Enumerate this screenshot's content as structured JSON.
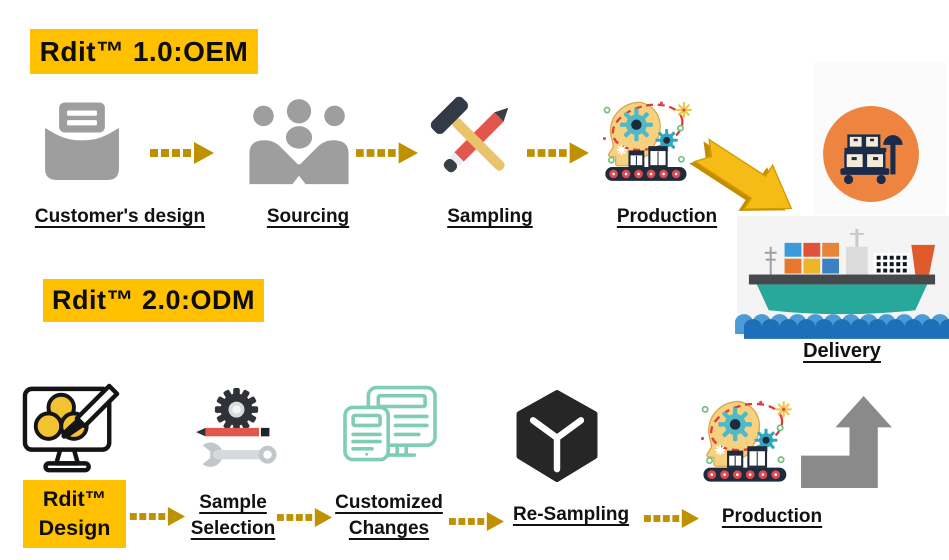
{
  "diagram_title": "Rdit OEM vs ODM process flow",
  "colors": {
    "highlight_yellow": "#FFC000",
    "dashed_arrow_gold": "#BF9000",
    "big_arrow_yellow": "#F5BB17",
    "icon_gray": "#9E9E9E",
    "delivery_orange": "#ED8540",
    "ship_hull_teal": "#28A89B",
    "docs_teal": "#7FCDB5",
    "cube_black": "#262626",
    "elbow_arrow_gray": "#8A8A8A"
  },
  "oem": {
    "title": "Rdit™ 1.0:OEM",
    "steps": [
      {
        "label": "Customer's design",
        "icon": "inbox-documents-icon"
      },
      {
        "label": "Sourcing",
        "icon": "handshake-team-icon"
      },
      {
        "label": "Sampling",
        "icon": "hammer-pencil-icon"
      },
      {
        "label": "Production",
        "icon": "smart-production-icon"
      }
    ],
    "delivery": {
      "label": "Delivery",
      "icons": [
        "pallet-truck-icon",
        "cargo-ship-icon"
      ]
    }
  },
  "odm": {
    "title": "Rdit™ 2.0:ODM",
    "start": {
      "line1": "Rdit™",
      "line2": "Design",
      "icon": "design-monitor-palette-icon"
    },
    "steps": [
      {
        "line1": "Sample",
        "line2": "Selection",
        "icon": "gear-pencil-wrench-icon"
      },
      {
        "line1": "Customized",
        "line2": "Changes",
        "icon": "responsive-documents-icon"
      },
      {
        "label": "Re-Sampling",
        "icon": "cube-icon"
      },
      {
        "label": "Production",
        "icon": "smart-production-icon"
      }
    ]
  }
}
